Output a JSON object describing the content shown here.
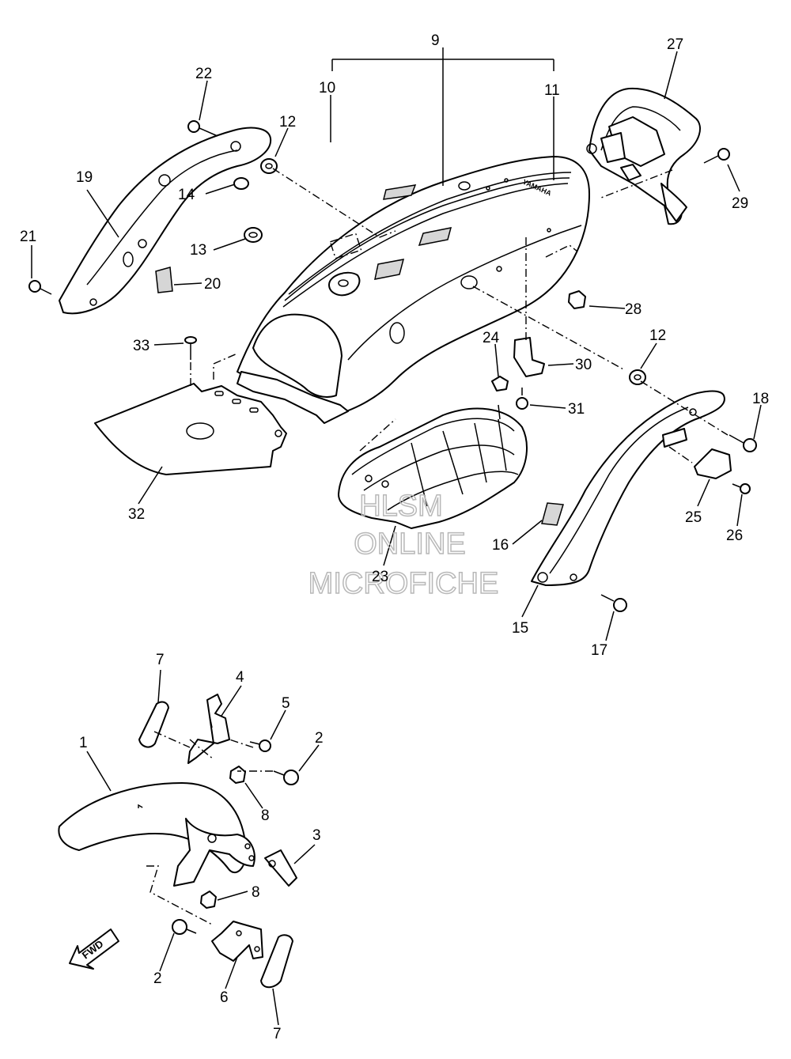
{
  "diagram": {
    "labels": {
      "n1": "1",
      "n2a": "2",
      "n2b": "2",
      "n3": "3",
      "n4": "4",
      "n5": "5",
      "n6": "6",
      "n7a": "7",
      "n7b": "7",
      "n8a": "8",
      "n8b": "8",
      "n9": "9",
      "n10": "10",
      "n11": "11",
      "n12a": "12",
      "n12b": "12",
      "n13": "13",
      "n14": "14",
      "n15": "15",
      "n16": "16",
      "n17": "17",
      "n18": "18",
      "n19": "19",
      "n20": "20",
      "n21": "21",
      "n22": "22",
      "n23": "23",
      "n24": "24",
      "n25": "25",
      "n26": "26",
      "n27": "27",
      "n28": "28",
      "n29": "29",
      "n30": "30",
      "n31": "31",
      "n32": "32",
      "n33": "33"
    },
    "fwd_label": "FWD",
    "brand_text": "YAMAHA",
    "watermark": [
      "HLSM",
      "ONLINE",
      "MICROFICHE"
    ]
  }
}
